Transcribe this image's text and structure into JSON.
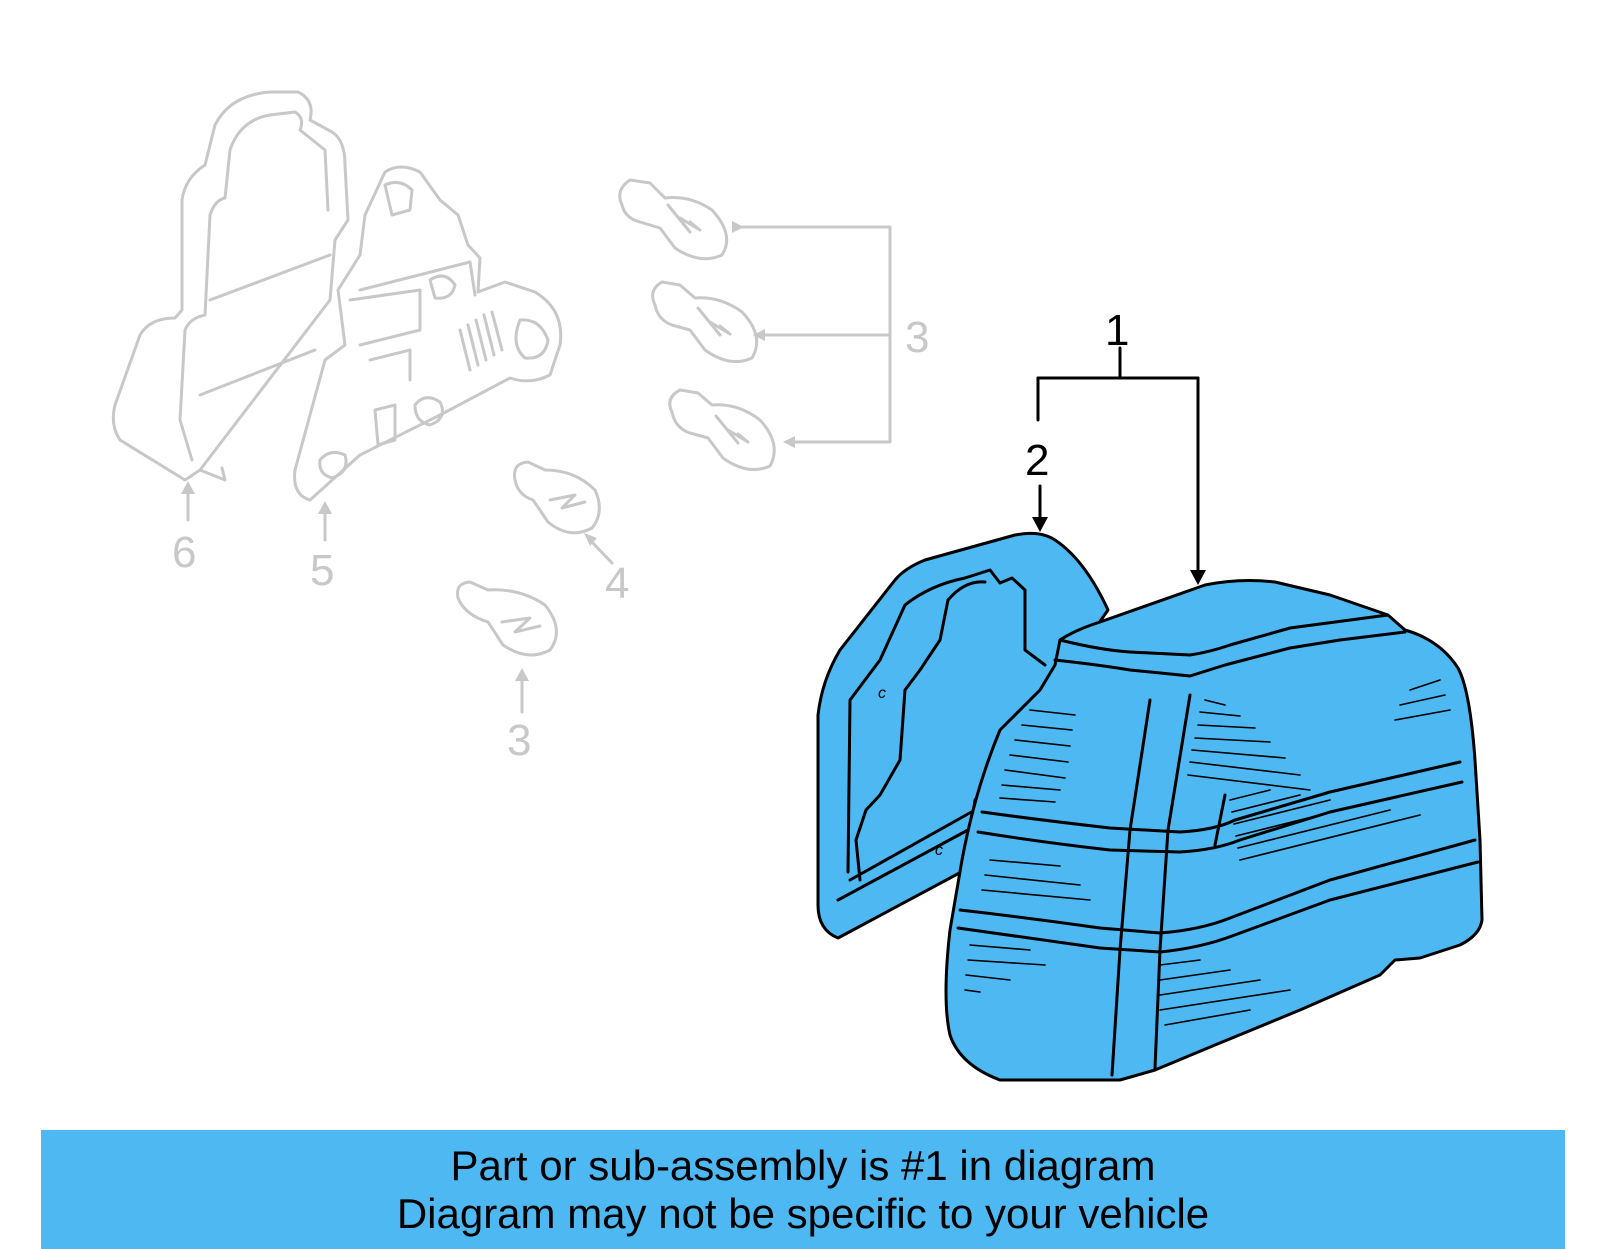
{
  "diagram": {
    "callouts": {
      "part_1": "1",
      "part_2": "2",
      "part_3_upper": "3",
      "part_3_lower": "3",
      "part_4": "4",
      "part_5": "5",
      "part_6": "6"
    },
    "lens_marks": [
      "c",
      "c"
    ]
  },
  "banner": {
    "line1": "Part or sub-assembly is #1 in diagram",
    "line2": "Diagram may not be specific to your vehicle"
  },
  "colors": {
    "highlight": "#4db8f2",
    "inactive_parts": "#c8c8c8",
    "active_outline": "#000000"
  }
}
